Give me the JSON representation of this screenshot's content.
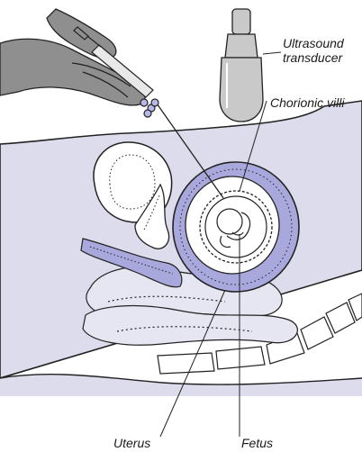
{
  "labels": {
    "ultrasound_line1": "Ultrasound",
    "ultrasound_line2": "transducer",
    "chorionic_villi": "Chorionic villi",
    "uterus": "Uterus",
    "fetus": "Fetus"
  },
  "colors": {
    "body_fill": "#dcdcec",
    "outline": "#222222",
    "uterus_blue": "#a8a8dc",
    "glove_gray": "#8f8f8f",
    "transducer_gray": "#c9c9c9"
  }
}
